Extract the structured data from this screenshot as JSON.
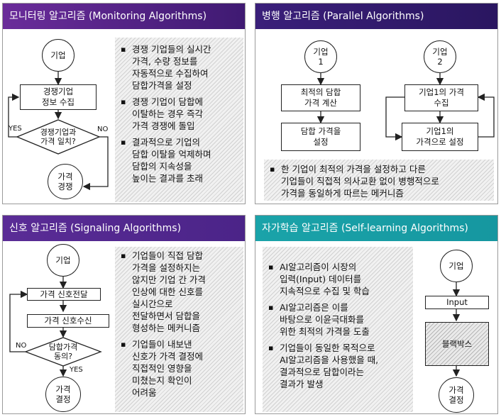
{
  "monitoring": {
    "title": "모니터링 알고리즘 (Monitoring Algorithms)",
    "flow": {
      "start": "기업",
      "step1_line1": "경쟁기업",
      "step1_line2": "정보 수집",
      "decision_line1": "경쟁기업과",
      "decision_line2": "가격 일치?",
      "yes": "YES",
      "no": "NO",
      "end_line1": "가격",
      "end_line2": "경쟁"
    },
    "bullets": [
      [
        "경쟁 기업들의 실시간",
        "가격, 수량 정보를",
        "자동적으로 수집하여",
        "담합가격을 설정"
      ],
      [
        "경쟁 기업이 담합에",
        "이탈하는 경우 즉각",
        "가격 경쟁에 돌입"
      ],
      [
        "결과적으로 기업의",
        "담합 이탈을 억제하며",
        "담합의 지속성을",
        "높이는 결과를 초래"
      ]
    ]
  },
  "parallel": {
    "title": "병행 알고리즘 (Parallel Algorithms)",
    "flow": {
      "firm1_line1": "기업",
      "firm1_line2": "1",
      "firm2_line1": "기업",
      "firm2_line2": "2",
      "box1_line1": "최적의 담합",
      "box1_line2": "가격 계산",
      "box2_line1": "담합 가격을",
      "box2_line2": "설정",
      "box3_line1": "기업1의 가격",
      "box3_line2": "수집",
      "box4_line1": "기업1의",
      "box4_line2": "가격으로 설정"
    },
    "bullets": [
      [
        "한 기업이 최적의 가격을 설정하고 다른",
        "기업들이 직접적 의사교환 없이 병행적으로",
        "가격을 동일하게 따르는 메커니즘"
      ]
    ]
  },
  "signaling": {
    "title": "신호 알고리즘 (Signaling Algorithms)",
    "flow": {
      "start": "기업",
      "step1": "가격 신호전달",
      "step2": "가격 신호수신",
      "decision_line1": "담합가격",
      "decision_line2": "동의?",
      "yes": "YES",
      "no": "NO",
      "end_line1": "가격",
      "end_line2": "결정"
    },
    "bullets": [
      [
        "기업들이 직접 담합",
        "가격을 설정하지는",
        "않지만 기업 간 가격",
        "인상에 대한 신호를",
        "실시간으로",
        "전달하면서 담합을",
        "형성하는 메커니즘"
      ],
      [
        "기업들이 내보낸",
        "신호가 가격 결정에",
        "직접적인 영향을",
        "미쳤는지 확인이",
        "어려움"
      ]
    ]
  },
  "selflearning": {
    "title": "자가학습 알고리즘 (Self-learning Algorithms)",
    "flow": {
      "start": "기업",
      "input": "Input",
      "blackbox": "블랙박스",
      "end_line1": "가격",
      "end_line2": "결정"
    },
    "bullets": [
      [
        "AI알고리즘이 시장의",
        "입력(Input) 데이터를",
        "지속적으로 수집 및 학습"
      ],
      [
        "AI알고리즘은 이를",
        "바탕으로 이윤극대화를",
        "위한 최적의 가격을 도출"
      ],
      [
        "기업들이 동일한 목적으로",
        "AI알고리즘을 사용했을 때,",
        "결과적으로 담합이라는",
        "결과가 발생"
      ]
    ]
  }
}
